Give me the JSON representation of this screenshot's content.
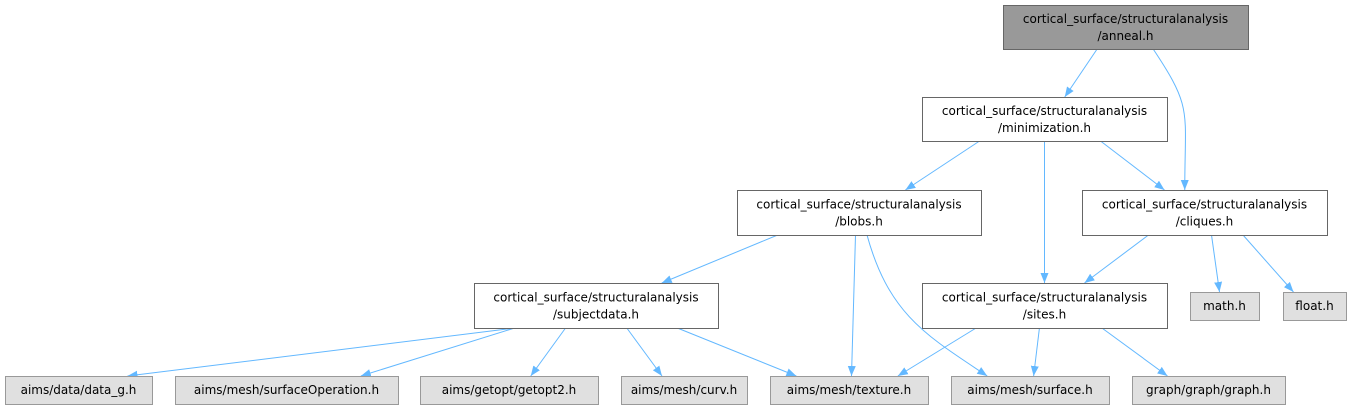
{
  "graph": {
    "nodes": [
      {
        "id": "anneal",
        "lines": [
          "cortical_surface/structuralanalysis",
          "/anneal.h"
        ],
        "kind": "root"
      },
      {
        "id": "minimization",
        "lines": [
          "cortical_surface/structuralanalysis",
          "/minimization.h"
        ],
        "kind": "main"
      },
      {
        "id": "blobs",
        "lines": [
          "cortical_surface/structuralanalysis",
          "/blobs.h"
        ],
        "kind": "main"
      },
      {
        "id": "cliques",
        "lines": [
          "cortical_surface/structuralanalysis",
          "/cliques.h"
        ],
        "kind": "main"
      },
      {
        "id": "subjectdata",
        "lines": [
          "cortical_surface/structuralanalysis",
          "/subjectdata.h"
        ],
        "kind": "main"
      },
      {
        "id": "sites",
        "lines": [
          "cortical_surface/structuralanalysis",
          "/sites.h"
        ],
        "kind": "main"
      },
      {
        "id": "math",
        "lines": [
          "math.h"
        ],
        "kind": "ext"
      },
      {
        "id": "float",
        "lines": [
          "float.h"
        ],
        "kind": "ext"
      },
      {
        "id": "data_g",
        "lines": [
          "aims/data/data_g.h"
        ],
        "kind": "ext"
      },
      {
        "id": "surfaceOperation",
        "lines": [
          "aims/mesh/surfaceOperation.h"
        ],
        "kind": "ext"
      },
      {
        "id": "getopt2",
        "lines": [
          "aims/getopt/getopt2.h"
        ],
        "kind": "ext"
      },
      {
        "id": "curv",
        "lines": [
          "aims/mesh/curv.h"
        ],
        "kind": "ext"
      },
      {
        "id": "texture",
        "lines": [
          "aims/mesh/texture.h"
        ],
        "kind": "ext"
      },
      {
        "id": "surface",
        "lines": [
          "aims/mesh/surface.h"
        ],
        "kind": "ext"
      },
      {
        "id": "graph",
        "lines": [
          "graph/graph/graph.h"
        ],
        "kind": "ext"
      }
    ],
    "edges": [
      [
        "anneal",
        "minimization"
      ],
      [
        "anneal",
        "cliques"
      ],
      [
        "minimization",
        "blobs"
      ],
      [
        "minimization",
        "cliques"
      ],
      [
        "minimization",
        "sites"
      ],
      [
        "blobs",
        "subjectdata"
      ],
      [
        "blobs",
        "texture"
      ],
      [
        "blobs",
        "surface"
      ],
      [
        "cliques",
        "sites"
      ],
      [
        "cliques",
        "math"
      ],
      [
        "cliques",
        "float"
      ],
      [
        "subjectdata",
        "data_g"
      ],
      [
        "subjectdata",
        "surfaceOperation"
      ],
      [
        "subjectdata",
        "getopt2"
      ],
      [
        "subjectdata",
        "curv"
      ],
      [
        "subjectdata",
        "texture"
      ],
      [
        "sites",
        "texture"
      ],
      [
        "sites",
        "surface"
      ],
      [
        "sites",
        "graph"
      ]
    ],
    "colors": {
      "edge": "#63b8ff",
      "root_fill": "#999999",
      "ext_fill": "#e0e0e0"
    }
  }
}
